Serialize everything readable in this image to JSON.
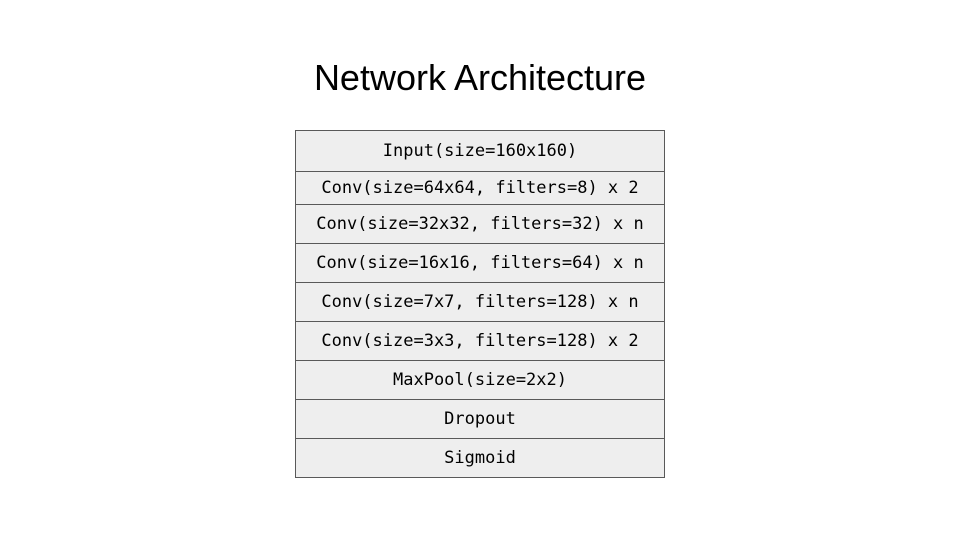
{
  "title": "Network Architecture",
  "layers": [
    "Input(size=160x160)",
    "Conv(size=64x64, filters=8) x 2",
    "Conv(size=32x32, filters=32) x n",
    "Conv(size=16x16, filters=64) x n",
    "Conv(size=7x7, filters=128) x n",
    "Conv(size=3x3, filters=128) x 2",
    "MaxPool(size=2x2)",
    "Dropout",
    "Sigmoid"
  ]
}
